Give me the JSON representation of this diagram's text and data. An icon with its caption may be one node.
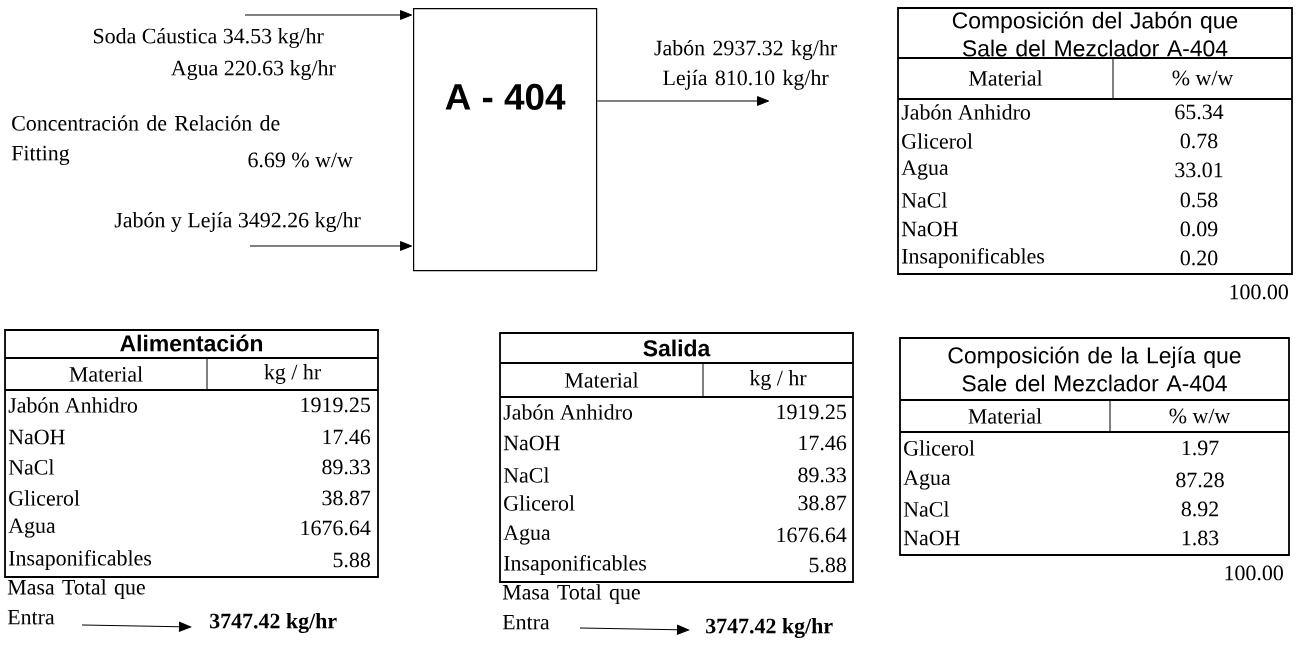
{
  "diagram": {
    "nodes": [
      {
        "text": [
          "A - 404"
        ]
      },
      {
        "text": [
          "Masa Total que Entra"
        ]
      },
      {
        "text": [
          "3747.42 kg/hr"
        ]
      },
      {
        "text": [
          "Masa Total que Entra"
        ]
      },
      {
        "text": [
          "3747.42 kg/hr"
        ]
      }
    ],
    "edges": [
      {
        "from": null,
        "to": 0,
        "arrow": "to"
      },
      {
        "from": null,
        "to": 0,
        "arrow": "to"
      },
      {
        "from": 0,
        "to": null,
        "arrow": "to",
        "label": "Jabón 2937.32 kg/hr Lejía 810.10 kg/hr"
      },
      {
        "from": 1,
        "to": 2,
        "arrow": "to"
      },
      {
        "from": 3,
        "to": 4,
        "arrow": "to"
      }
    ],
    "labels": [
      "Soda Cáustica 34.53 kg/hr",
      "Agua 220.63 kg/hr",
      "Concentración de Relación de Fitting",
      "6.69 % w/w",
      "Jabón y Lejía 3492.26 kg/hr",
      "Composición del Jabón que Sale del Mezclador A-404",
      "Material",
      "% w/w",
      "Jabón Anhidro",
      "65.34",
      "Glicerol",
      "0.78",
      "Agua",
      "33.01",
      "NaCl",
      "0.58",
      "NaOH",
      "0.09",
      "Insaponificables",
      "0.20",
      "100.00",
      "Alimentación",
      "Material",
      "kg / hr",
      "Jabón Anhidro",
      "1919.25",
      "NaOH",
      "17.46",
      "NaCl",
      "89.33",
      "Glicerol",
      "38.87",
      "Agua",
      "1676.64",
      "Insaponificables",
      "5.88",
      "Salida",
      "Material",
      "kg / hr",
      "Jabón Anhidro",
      "1919.25",
      "NaOH",
      "17.46",
      "NaCl",
      "89.33",
      "Glicerol",
      "38.87",
      "Agua",
      "1676.64",
      "Insaponificables",
      "5.88",
      "Composición de la Lejía que Sale del Mezclador A-404",
      "Material",
      "% w/w",
      "Glicerol",
      "1.97",
      "Agua",
      "87.28",
      "NaCl",
      "8.92",
      "NaOH",
      "1.83",
      "100.00"
    ]
  }
}
